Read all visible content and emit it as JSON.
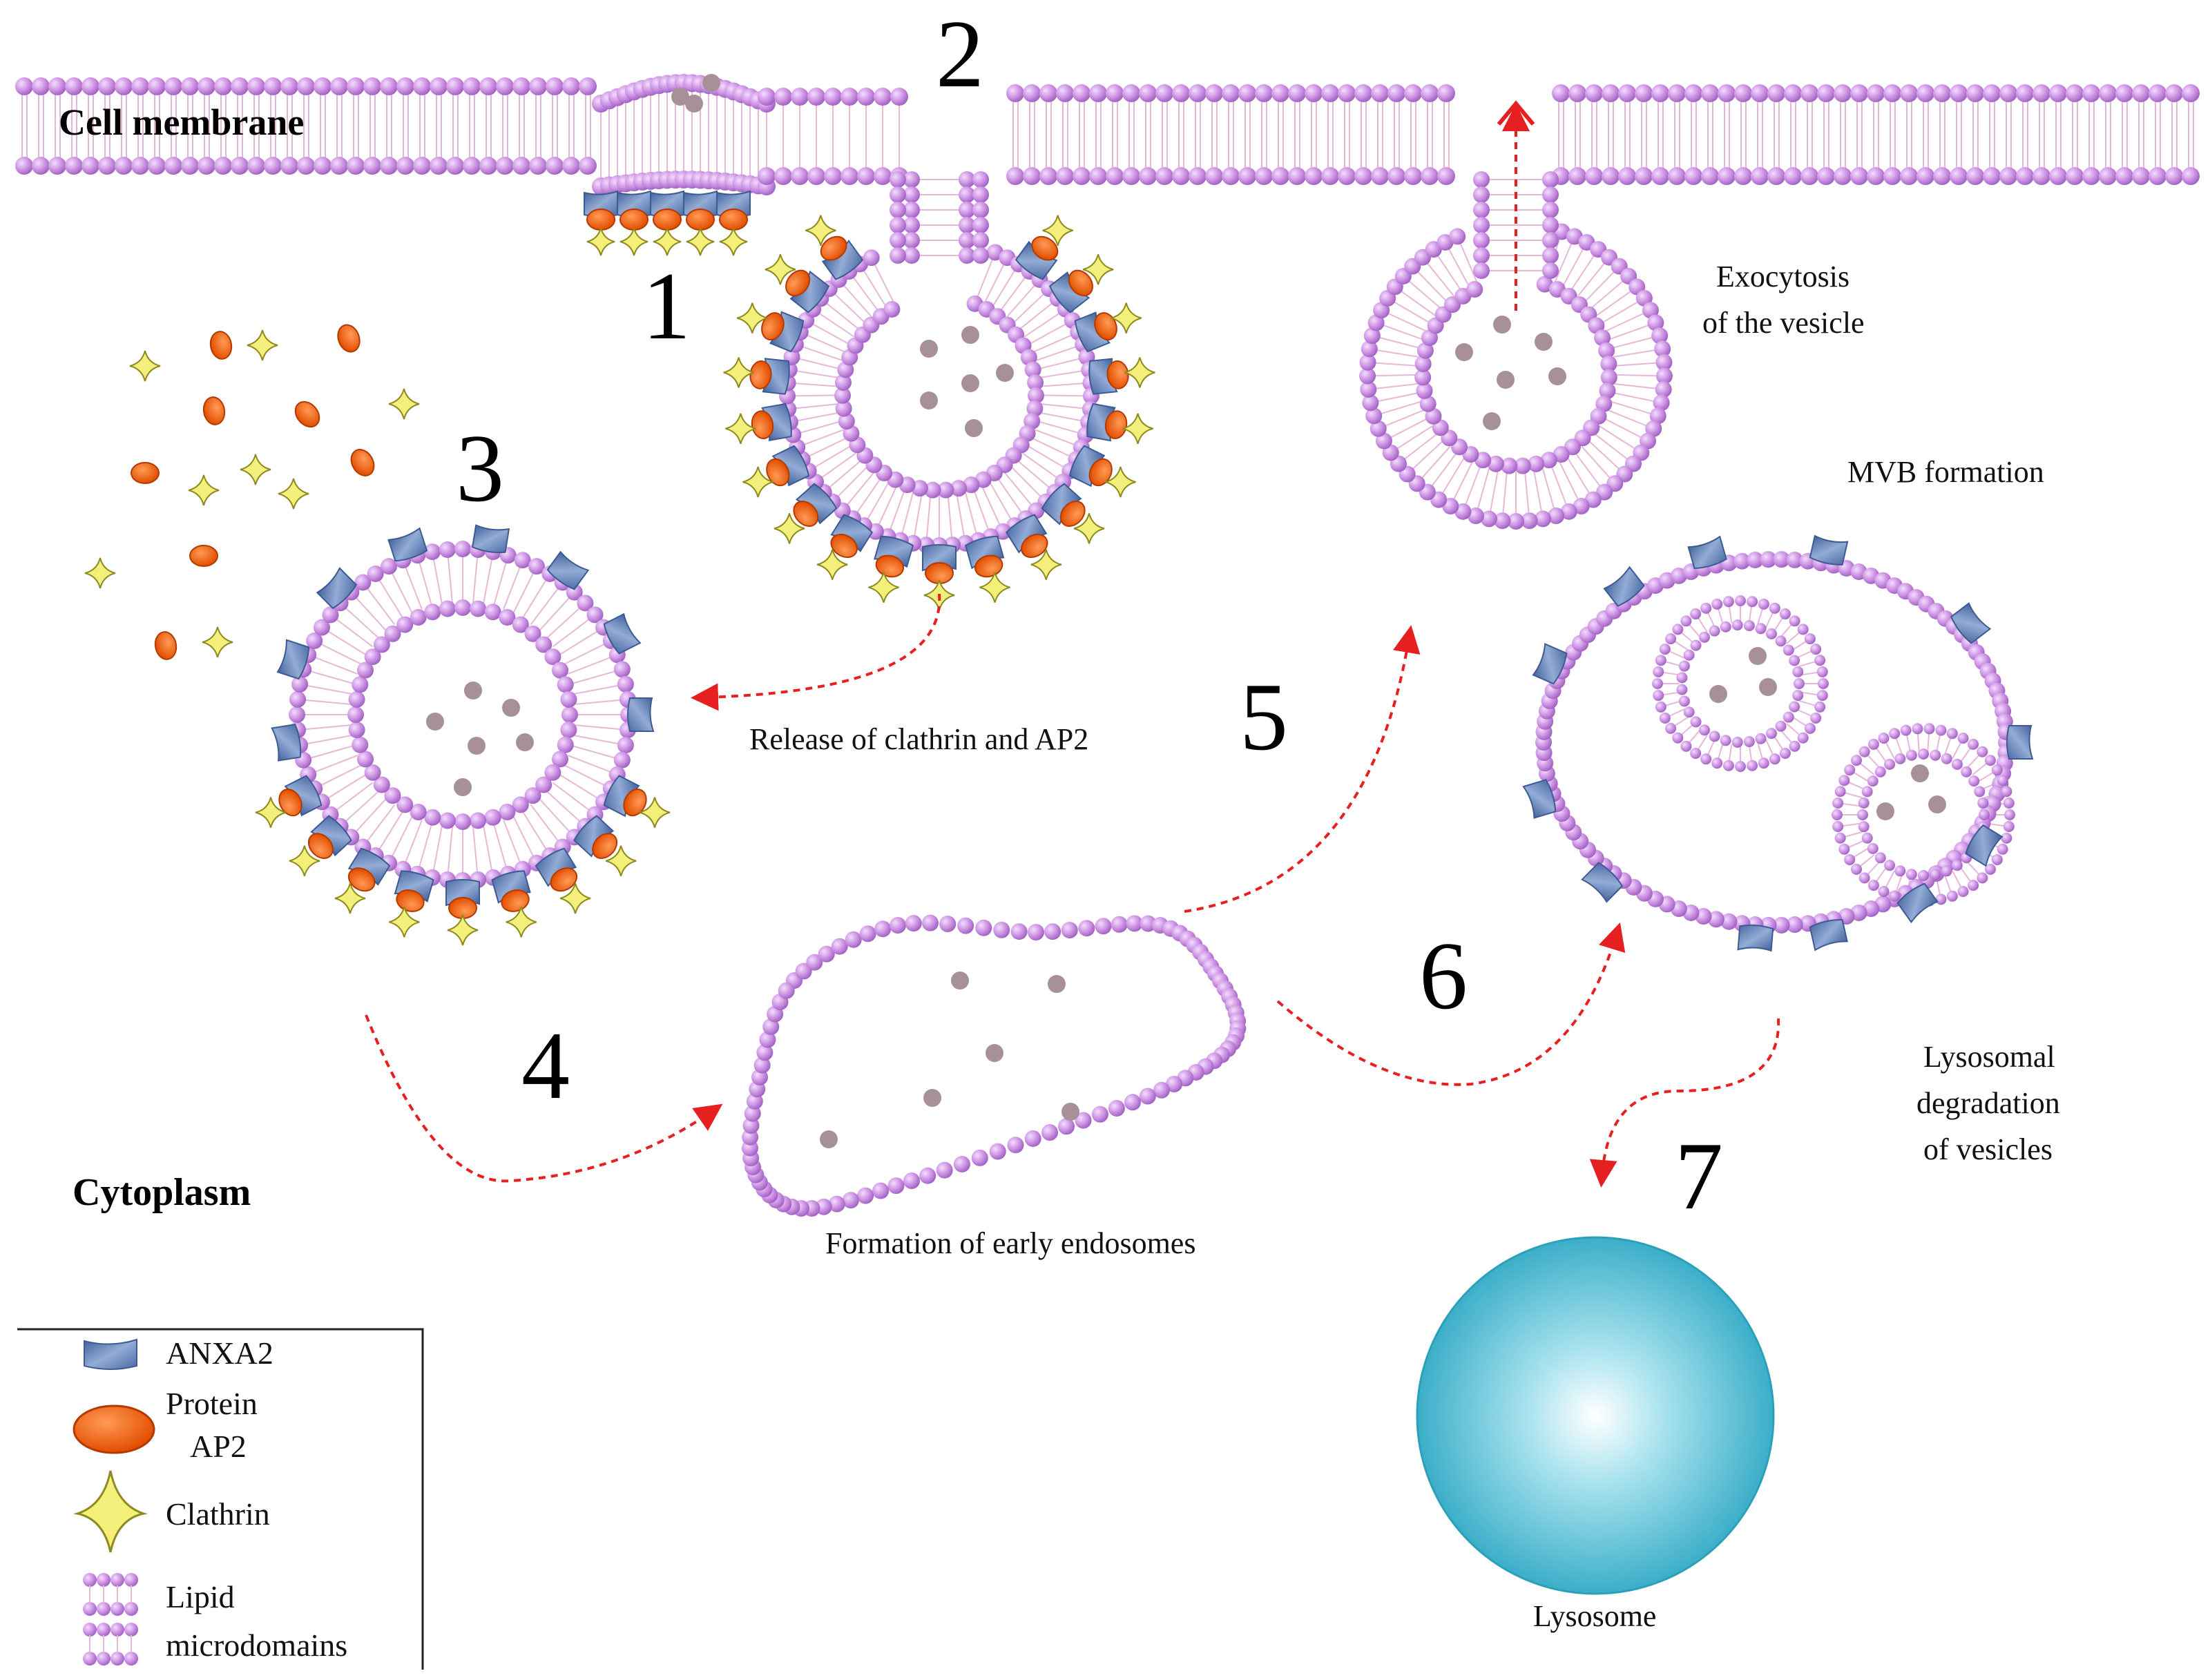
{
  "labels": {
    "cell_membrane": "Cell membrane",
    "cytoplasm": "Cytoplasm",
    "release": "Release of clathrin and AP2",
    "exocytosis_1": "Exocytosis",
    "exocytosis_2": "of the vesicle",
    "mvb": "MVB formation",
    "early_endosomes": "Formation of early endosomes",
    "lyso_deg_1": "Lysosomal",
    "lyso_deg_2": "degradation",
    "lyso_deg_3": "of vesicles",
    "lysosome": "Lysosome"
  },
  "steps": [
    "1",
    "2",
    "3",
    "4",
    "5",
    "6",
    "7"
  ],
  "legend": {
    "anxa2": "ANXA2",
    "ap2_1": "Protein",
    "ap2_2": "AP2",
    "clathrin": "Clathrin",
    "lipid_1": "Lipid",
    "lipid_2": "microdomains"
  },
  "colors": {
    "lipid_head": "#c98de0",
    "lipid_tail": "#e6b8d8",
    "ap2": "#f06010",
    "clathrin": "#f2ef7a",
    "anxa2": "#5f80b8",
    "cargo": "#a89098",
    "arrow": "#e62020",
    "lysosome": "#3db6cf"
  }
}
